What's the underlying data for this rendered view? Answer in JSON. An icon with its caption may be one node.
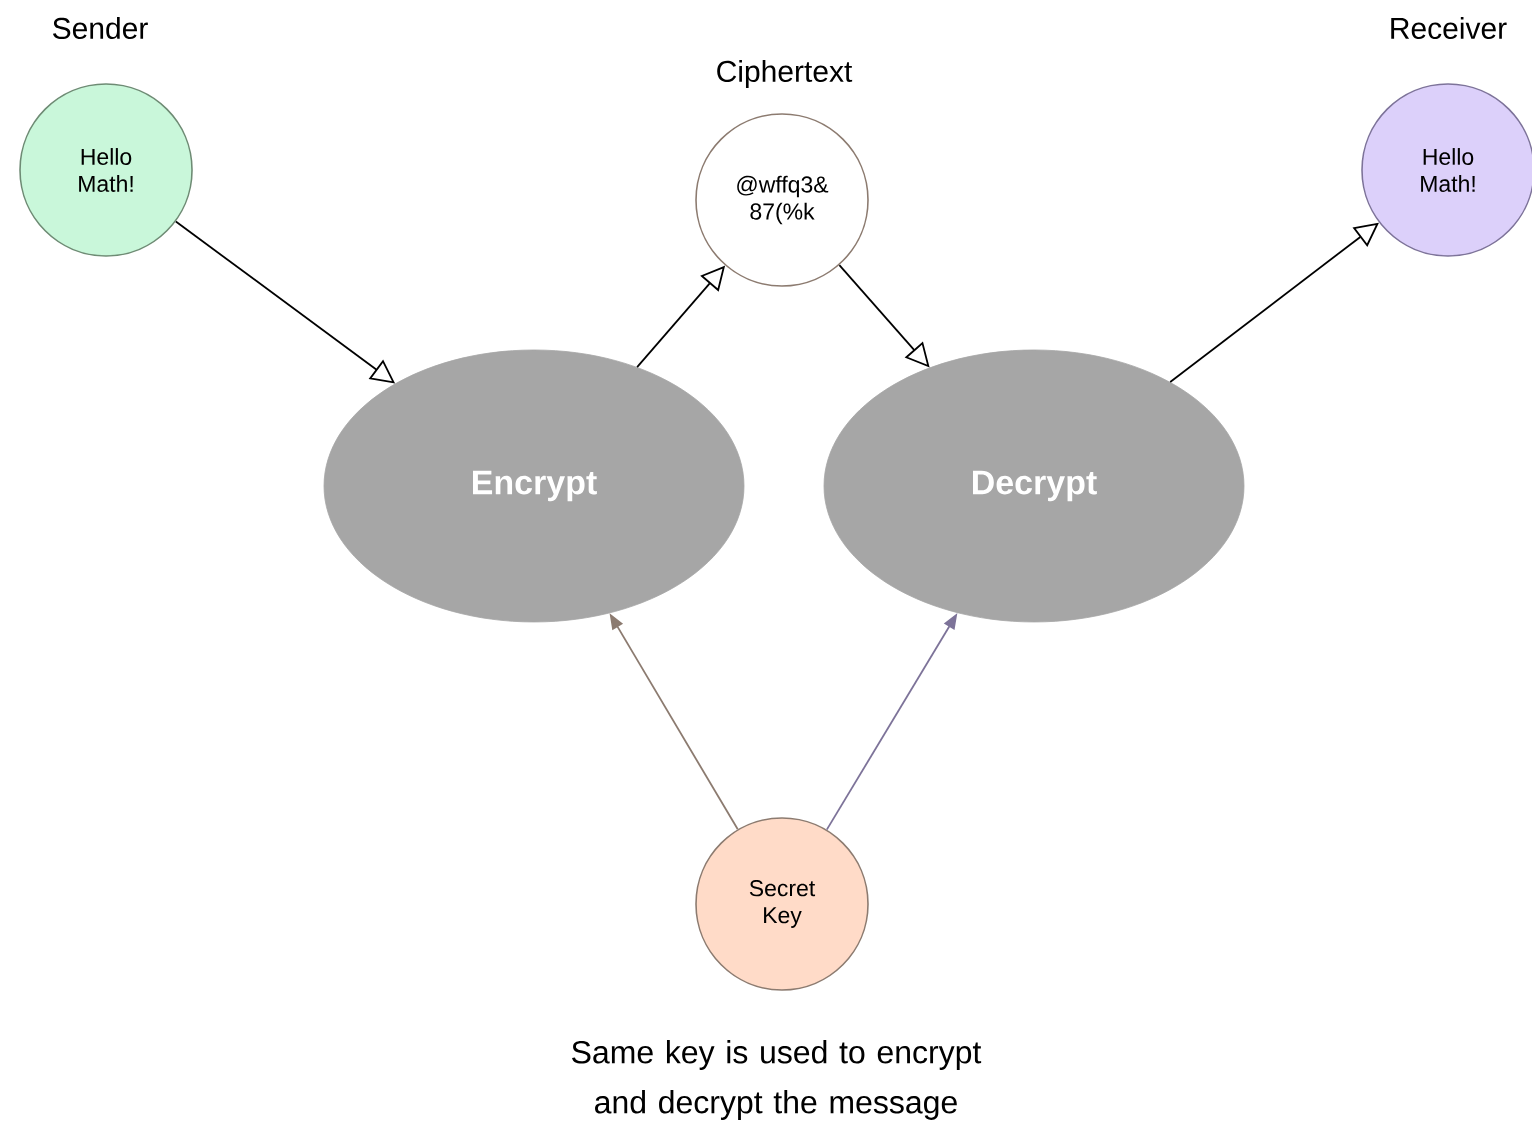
{
  "diagram": {
    "caption": "Same key is used to encrypt and decrypt the message",
    "nodes": [
      {
        "text": [
          "Sender",
          "Hello Math!"
        ]
      },
      {
        "text": [
          "Ciphertext",
          "@wffq3& 87(%k"
        ]
      },
      {
        "text": [
          "Encrypt"
        ]
      },
      {
        "text": [
          "Decrypt"
        ]
      },
      {
        "text": [
          "Receiver",
          "Hello Math!"
        ]
      },
      {
        "text": [
          "Secret Key"
        ]
      }
    ],
    "edges": [
      {
        "from": 0,
        "to": 2,
        "arrow": "to"
      },
      {
        "from": 2,
        "to": 1,
        "arrow": "to"
      },
      {
        "from": 1,
        "to": 3,
        "arrow": "to"
      },
      {
        "from": 3,
        "to": 4,
        "arrow": "to"
      },
      {
        "from": 5,
        "to": 2,
        "arrow": "to",
        "color": "#8c7b70"
      },
      {
        "from": 5,
        "to": 3,
        "arrow": "to",
        "color": "#7d7399"
      }
    ]
  }
}
